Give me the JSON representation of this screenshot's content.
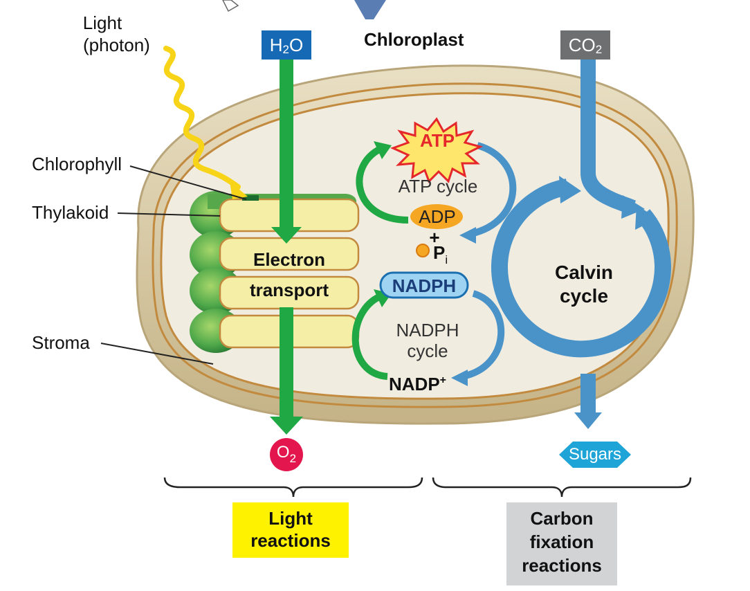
{
  "title": "Chloroplast",
  "inputs": {
    "water": "H",
    "water_sub": "2",
    "water_tail": "O",
    "co2": "CO",
    "co2_sub": "2"
  },
  "light_label_1": "Light",
  "light_label_2": "(photon)",
  "left_labels": {
    "chlorophyll": "Chlorophyll",
    "thylakoid": "Thylakoid",
    "stroma": "Stroma"
  },
  "electron_transport_1": "Electron",
  "electron_transport_2": "transport",
  "atp": "ATP",
  "atp_cycle": "ATP cycle",
  "adp": "ADP",
  "plus": "+",
  "pi": "P",
  "pi_sub": "i",
  "nadph": "NADPH",
  "nadph_cycle_1": "NADPH",
  "nadph_cycle_2": "cycle",
  "nadp": "NADP",
  "nadp_sup": "+",
  "calvin_1": "Calvin",
  "calvin_2": "cycle",
  "o2": "O",
  "o2_sub": "2",
  "sugars": "Sugars",
  "light_reactions_1": "Light",
  "light_reactions_2": "reactions",
  "carbon_1": "Carbon",
  "carbon_2": "fixation",
  "carbon_3": "reactions",
  "colors": {
    "green_arrow": "#1fa843",
    "blue_arrow": "#4a93c9",
    "stroma": "#f1ece0",
    "membrane": "#d9c9a3",
    "thylakoid": "#f4eea6",
    "o2": "#e3174d",
    "sugars": "#1ea4d6"
  }
}
